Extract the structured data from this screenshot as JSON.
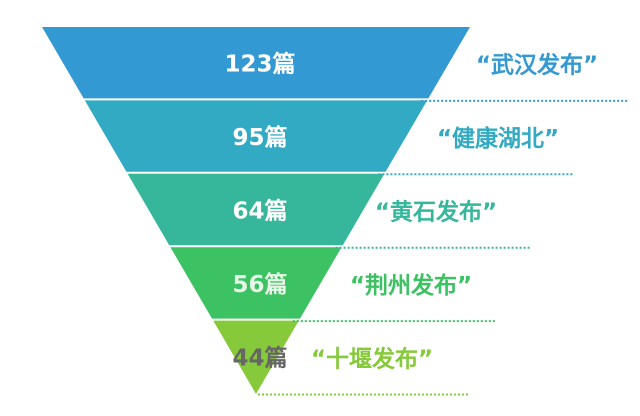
{
  "chart_data": {
    "type": "funnel",
    "unit": "篇",
    "categories": [
      "“武汉发布”",
      "“健康湖北”",
      "“黄石发布”",
      "“荆州发布”",
      "“十堰发布”"
    ],
    "values": [
      123,
      95,
      64,
      56,
      44
    ],
    "value_labels": [
      "123篇",
      "95篇",
      "64篇",
      "56篇",
      "44篇"
    ],
    "colors": [
      "#3399d3",
      "#33aac3",
      "#36b79c",
      "#3cc163",
      "#86c93a"
    ],
    "label_colors": [
      "#3399d3",
      "#33aac3",
      "#36b79c",
      "#3cc163",
      "#86c93a"
    ],
    "value_text_colors": [
      "#ffffff",
      "#ffffff",
      "#ffffff",
      "#e8f6e8",
      "#666666"
    ],
    "grid": false,
    "legend": "none"
  }
}
